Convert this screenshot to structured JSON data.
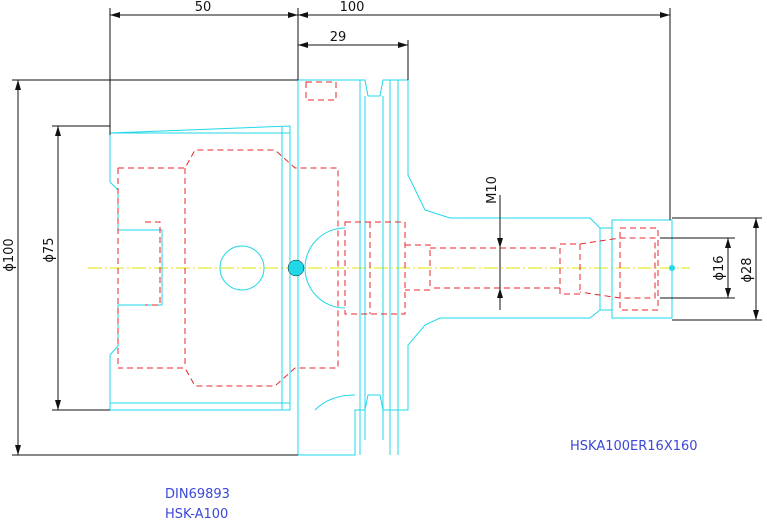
{
  "dimensions": {
    "d50": "50",
    "d100_len": "100",
    "d29": "29",
    "dia100": "ϕ100",
    "dia75": "ϕ75",
    "m10": "M10",
    "dia16": "ϕ16",
    "dia28": "ϕ28"
  },
  "notes": {
    "part_no": "HSKA100ER16X160",
    "standard": "DIN69893",
    "interface": "HSK-A100"
  },
  "colors": {
    "outline": "#20d8e8",
    "hidden": "#e8242c",
    "dimension": "#111111",
    "centerline": "#e6e600",
    "annotation": "#3b48d8"
  }
}
